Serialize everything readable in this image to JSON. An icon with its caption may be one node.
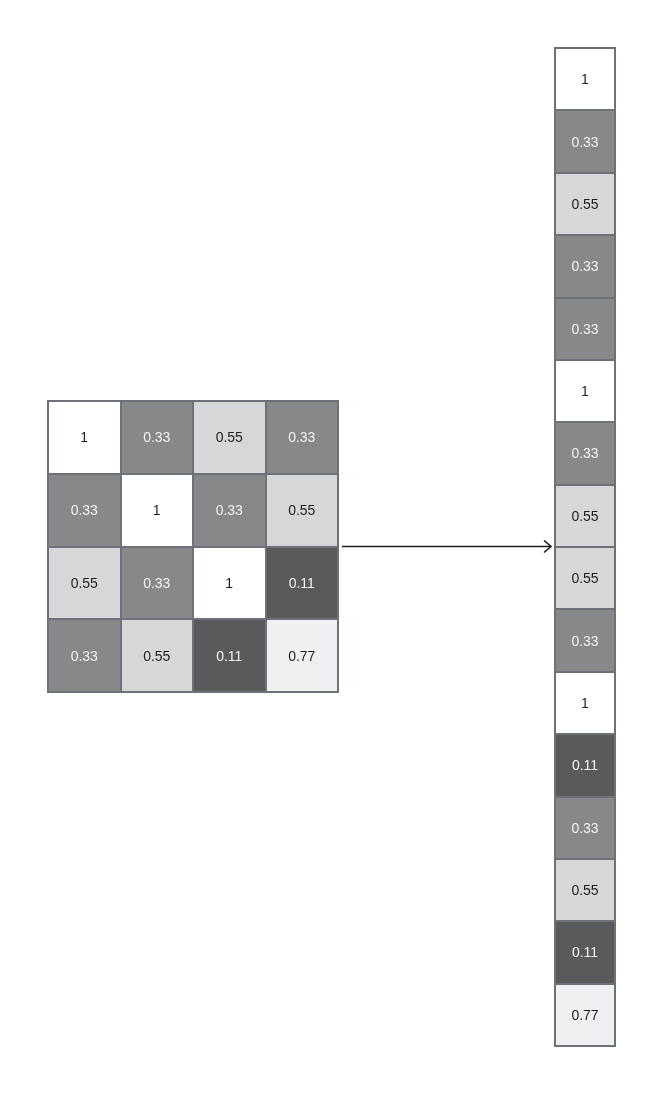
{
  "diagram": {
    "nodes": [
      {
        "text": [],
        "shape": "box"
      },
      {
        "text": [
          "1"
        ],
        "in": 0
      },
      {
        "text": [
          "0.33"
        ],
        "in": 0
      },
      {
        "text": [
          "0.55"
        ],
        "in": 0
      },
      {
        "text": [
          "0.33"
        ],
        "in": 0
      },
      {
        "text": [
          "0.33"
        ],
        "in": 0
      },
      {
        "text": [
          "1"
        ],
        "in": 0
      },
      {
        "text": [
          "0.33"
        ],
        "in": 0
      },
      {
        "text": [
          "0.55"
        ],
        "in": 0
      },
      {
        "text": [
          "0.55"
        ],
        "in": 0
      },
      {
        "text": [
          "0.33"
        ],
        "in": 0
      },
      {
        "text": [
          "1"
        ],
        "in": 0
      },
      {
        "text": [
          "0.11"
        ],
        "in": 0
      },
      {
        "text": [
          "0.33"
        ],
        "in": 0
      },
      {
        "text": [
          "0.55"
        ],
        "in": 0
      },
      {
        "text": [
          "0.11"
        ],
        "in": 0
      },
      {
        "text": [
          "0.77"
        ],
        "in": 0
      },
      {
        "text": [],
        "shape": "box"
      },
      {
        "text": [
          "1"
        ],
        "in": 17
      },
      {
        "text": [
          "0.33"
        ],
        "in": 17
      },
      {
        "text": [
          "0.55"
        ],
        "in": 17
      },
      {
        "text": [
          "0.33"
        ],
        "in": 17
      },
      {
        "text": [
          "0.33"
        ],
        "in": 17
      },
      {
        "text": [
          "1"
        ],
        "in": 17
      },
      {
        "text": [
          "0.33"
        ],
        "in": 17
      },
      {
        "text": [
          "0.55"
        ],
        "in": 17
      },
      {
        "text": [
          "0.55"
        ],
        "in": 17
      },
      {
        "text": [
          "0.33"
        ],
        "in": 17
      },
      {
        "text": [
          "1"
        ],
        "in": 17
      },
      {
        "text": [
          "0.11"
        ],
        "in": 17
      },
      {
        "text": [
          "0.33"
        ],
        "in": 17
      },
      {
        "text": [
          "0.55"
        ],
        "in": 17
      },
      {
        "text": [
          "0.11"
        ],
        "in": 17
      },
      {
        "text": [
          "0.77"
        ],
        "in": 17
      }
    ],
    "edges": [
      {
        "from": 0,
        "to": 17,
        "arrow": "to"
      }
    ]
  }
}
